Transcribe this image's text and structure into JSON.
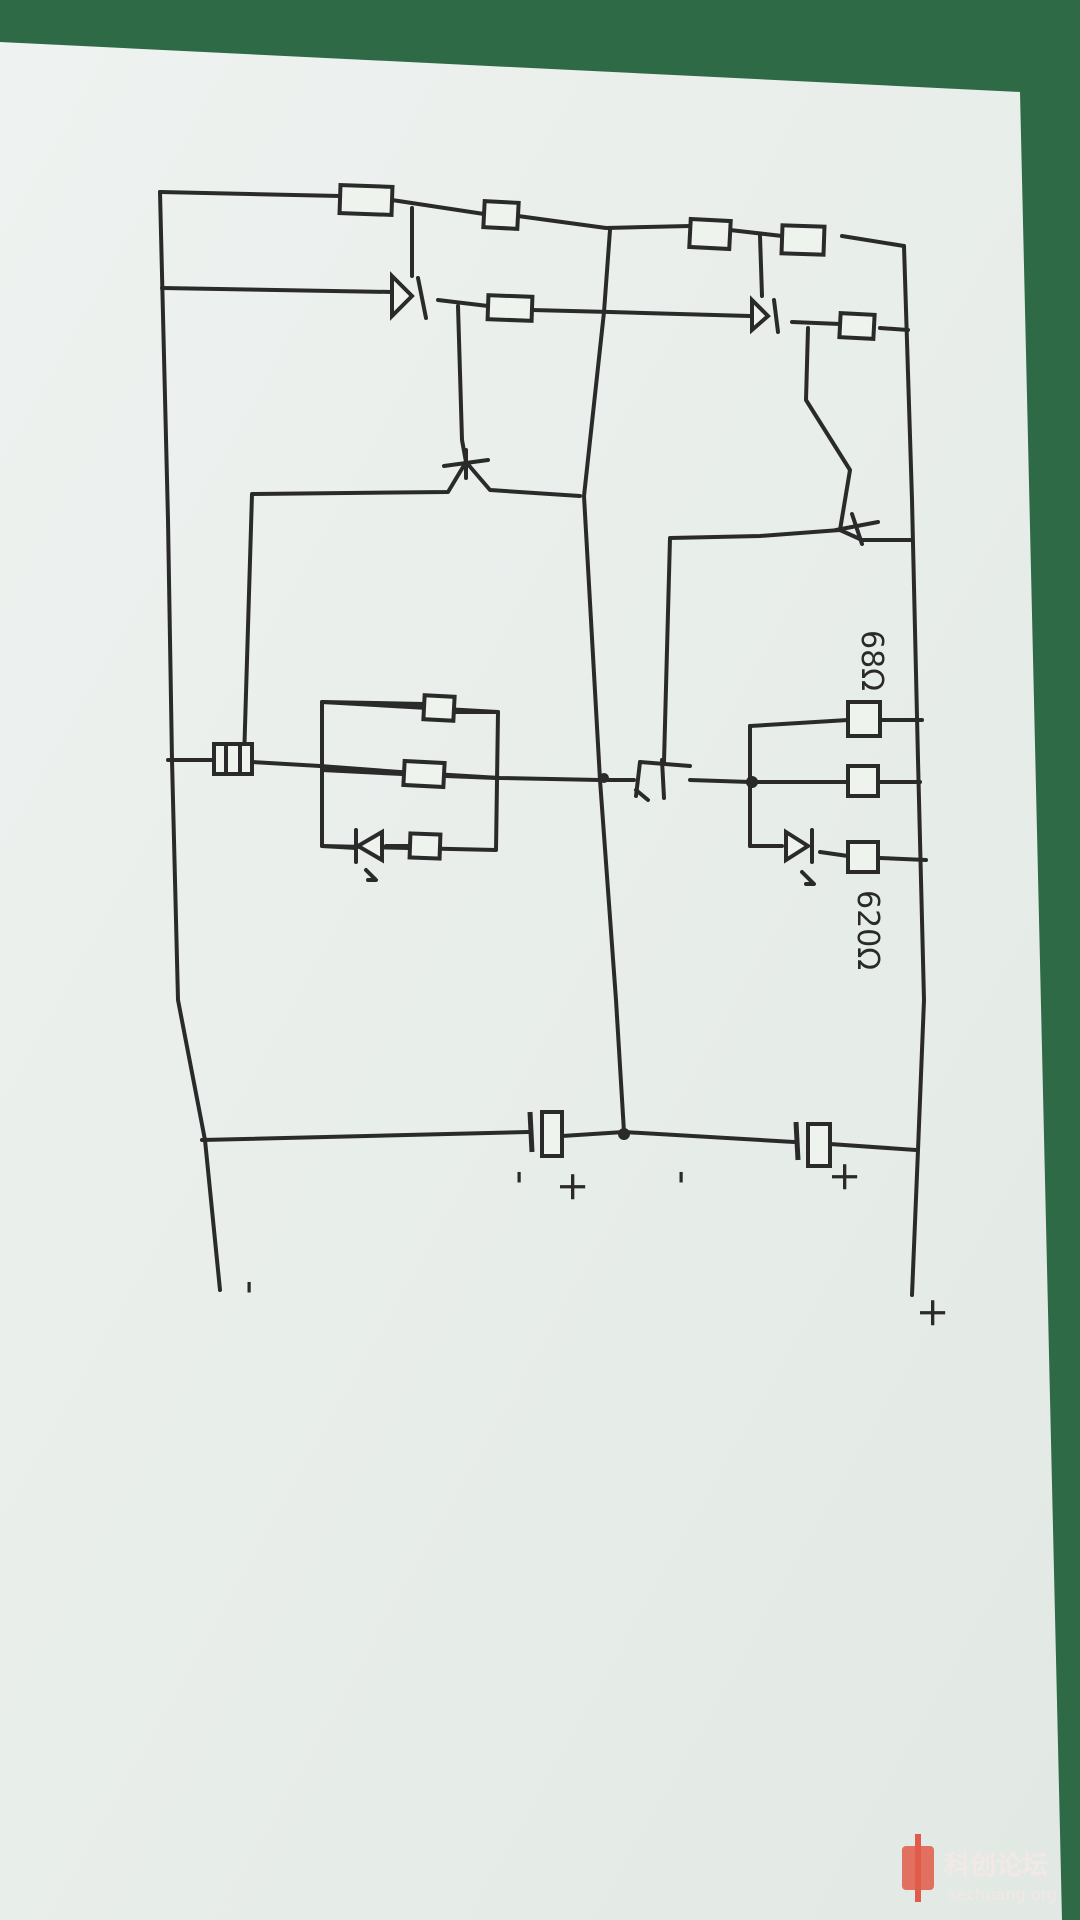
{
  "labels": {
    "r68": "68Ω",
    "r620": "620Ω",
    "cap1_minus": "-",
    "cap1_plus": "+",
    "mid_minus": "-",
    "cap2_plus": "+",
    "bottom_left_minus": "-",
    "bottom_right_plus": "+"
  },
  "watermark": {
    "cn_text": "科创论坛",
    "url": "kechuang.org",
    "color": "#e25a4a"
  },
  "colors": {
    "background": "#2e6a46",
    "paper": "#eef3ee",
    "ink": "#2a2a2a"
  }
}
